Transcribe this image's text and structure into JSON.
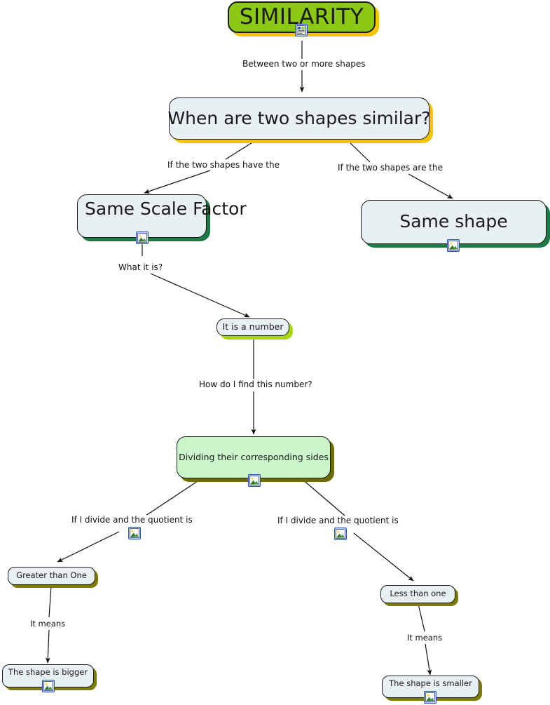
{
  "map": {
    "title": "SIMILARITY",
    "background_color": "#ffffff"
  },
  "colors": {
    "title_fill": "#8cc914",
    "title_shadow": "#f5c400",
    "concept_fill": "#e9f0f3",
    "concept_shadow_green": "#1d7a46",
    "concept_shadow_yellow": "#f5c400",
    "method_fill": "#caf5ca",
    "method_shadow": "#6e6c05",
    "border": "#1a1a1a",
    "text": "#1a1a1a",
    "link_line": "#111111"
  },
  "nodes": [
    {
      "id": "similarity",
      "label": "SIMILARITY"
    },
    {
      "id": "when-similar",
      "label": "When are two shapes similar?"
    },
    {
      "id": "same-scale-factor",
      "label": "Same Scale Factor"
    },
    {
      "id": "same-shape",
      "label": "Same shape"
    },
    {
      "id": "it-is-a-number",
      "label": "It is a number"
    },
    {
      "id": "dividing-sides",
      "label": "Dividing their corresponding sides"
    },
    {
      "id": "greater-than-one",
      "label": "Greater than One"
    },
    {
      "id": "less-than-one",
      "label": "Less than one"
    },
    {
      "id": "shape-is-bigger",
      "label": "The shape is bigger"
    },
    {
      "id": "shape-is-smaller",
      "label": "The shape is smaller"
    }
  ],
  "link_labels": [
    {
      "id": "l1",
      "label": "Between two or more shapes"
    },
    {
      "id": "l2",
      "label": "If the two shapes have the"
    },
    {
      "id": "l3",
      "label": "If the two shapes are the"
    },
    {
      "id": "l4",
      "label": "What it is?"
    },
    {
      "id": "l5",
      "label": "How do I find this number?"
    },
    {
      "id": "l6",
      "label": "If I divide and the quotient is"
    },
    {
      "id": "l7",
      "label": "If I divide and the quotient is"
    },
    {
      "id": "l8",
      "label": "It means"
    },
    {
      "id": "l9",
      "label": "It means"
    }
  ],
  "icons": [
    {
      "id": "i1",
      "name": "note-resource-icon",
      "attached_to": "similarity"
    },
    {
      "id": "i2",
      "name": "picture-resource-icon",
      "attached_to": "same-scale-factor"
    },
    {
      "id": "i3",
      "name": "picture-resource-icon",
      "attached_to": "same-shape"
    },
    {
      "id": "i4",
      "name": "picture-resource-icon",
      "attached_to": "dividing-sides"
    },
    {
      "id": "i5",
      "name": "picture-resource-icon",
      "attached_to": "l6"
    },
    {
      "id": "i6",
      "name": "picture-resource-icon",
      "attached_to": "l7"
    },
    {
      "id": "i7",
      "name": "picture-resource-icon",
      "attached_to": "shape-is-bigger"
    },
    {
      "id": "i8",
      "name": "picture-resource-icon",
      "attached_to": "shape-is-smaller"
    }
  ]
}
